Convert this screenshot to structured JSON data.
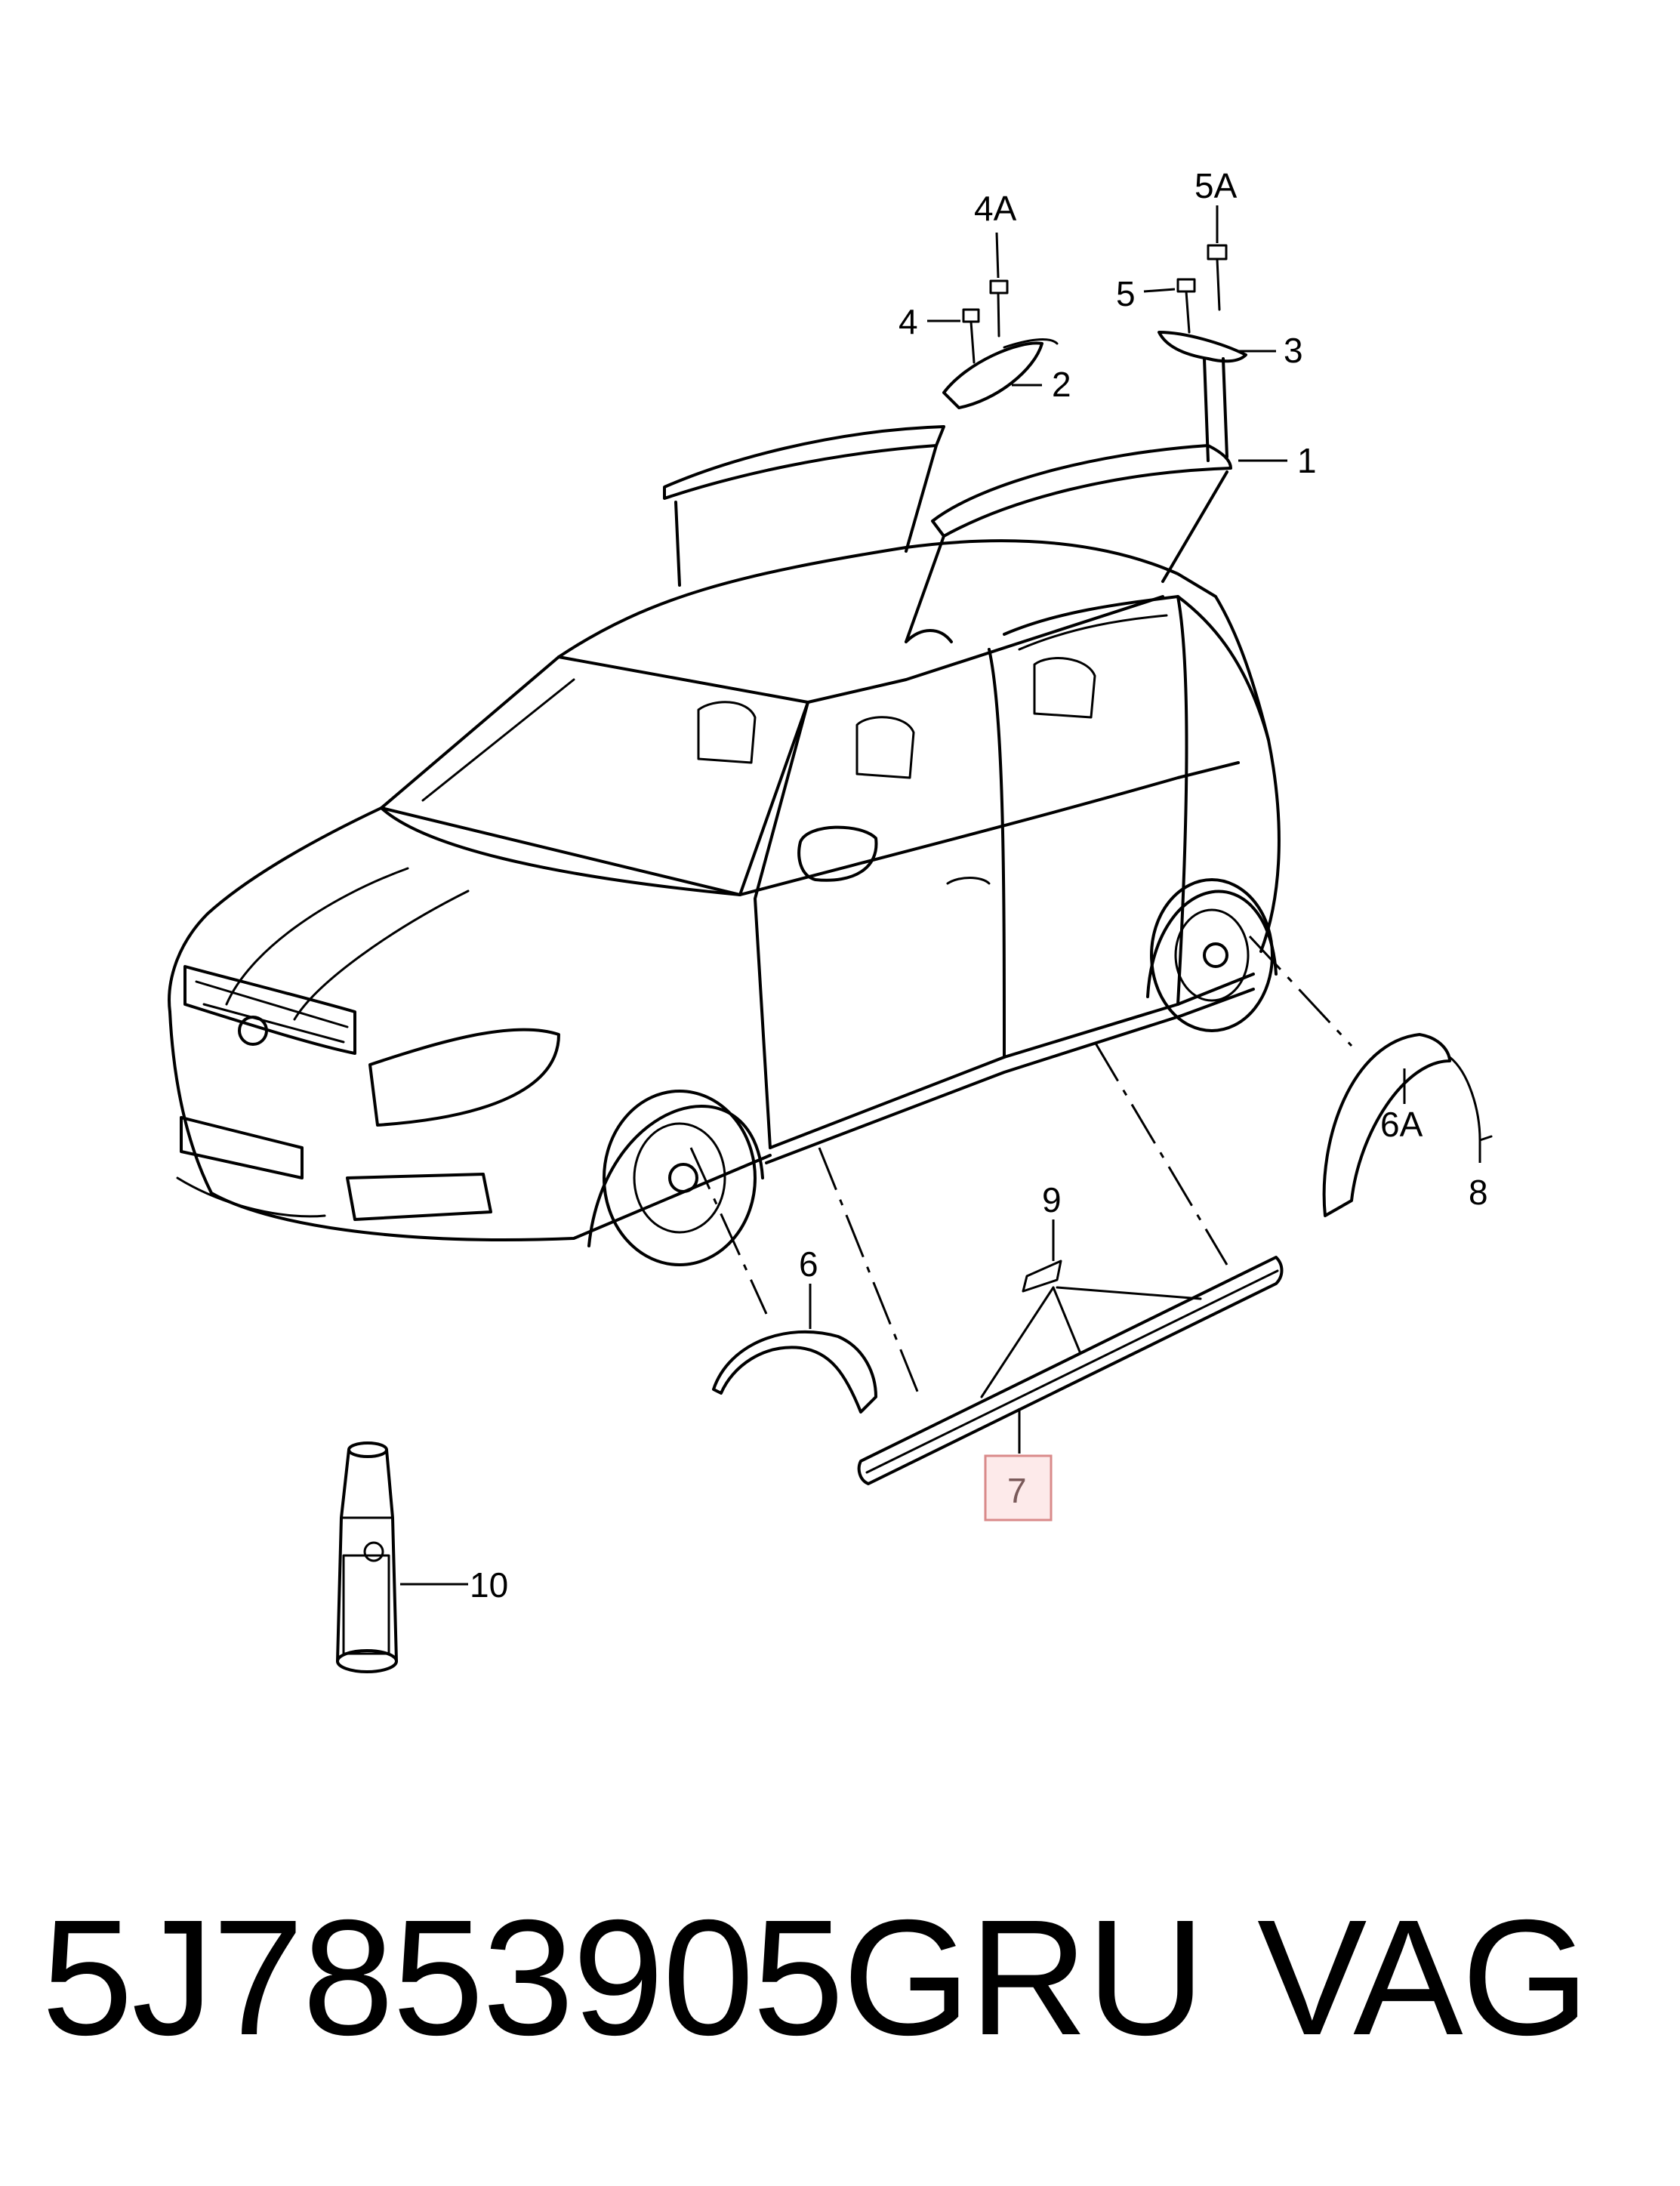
{
  "callouts": {
    "c1": "1",
    "c2": "2",
    "c3": "3",
    "c4": "4",
    "c4a": "4A",
    "c5": "5",
    "c5a": "5A",
    "c6": "6",
    "c6a": "6A",
    "c7": "7",
    "c8": "8",
    "c9": "9",
    "c10": "10"
  },
  "highlight_color": "#fdeaea",
  "footer": {
    "part_number": "5J7853905GRU",
    "brand": "VAG"
  }
}
